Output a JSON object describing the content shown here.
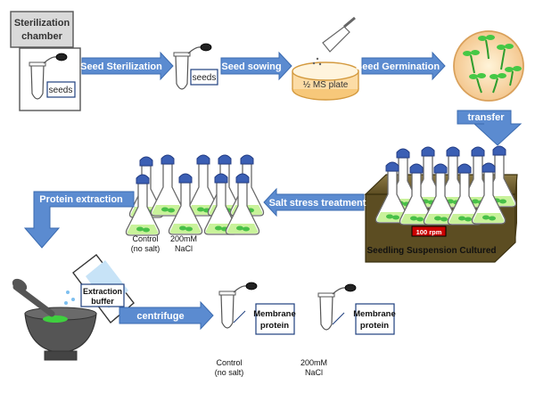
{
  "diagram": {
    "sterilization_chamber": {
      "line1": "Sterilization",
      "line2": "chamber",
      "seeds": "seeds"
    },
    "steps": {
      "seed_sterilization": "Seed Sterilization",
      "seed_sowing": "Seed sowing",
      "seed_germination": "Seed Germination",
      "transfer": "transfer",
      "salt_stress": "Salt stress treatment",
      "protein_extraction": "Protein extraction",
      "centrifuge": "centrifuge"
    },
    "tube_seeds": "seeds",
    "plate": "½ MS plate",
    "shaker": {
      "rpm": "100 rpm",
      "label": "Seedling Suspension Cultured"
    },
    "flasks": {
      "control_line1": "Control",
      "control_line2": "(no salt)",
      "salt_line1": "200mM",
      "salt_line2": "NaCl"
    },
    "extraction_buffer": {
      "line1": "Extraction",
      "line2": "buffer"
    },
    "membrane_1": {
      "line1": "Membrane",
      "line2": "protein"
    },
    "membrane_2": {
      "line1": "Membrane",
      "line2": "protein"
    },
    "tubes": {
      "control_line1": "Control",
      "control_line2": "(no salt)",
      "salt_line1": "200mM",
      "salt_line2": "NaCl"
    },
    "colors": {
      "arrow": "#5b8bd0",
      "arrow_stroke": "#3b6bb0",
      "box_header": "#d9d9d9",
      "plate": "#f7c87a",
      "green": "#3fbf3f",
      "shaker": "#6b5a2f"
    }
  }
}
